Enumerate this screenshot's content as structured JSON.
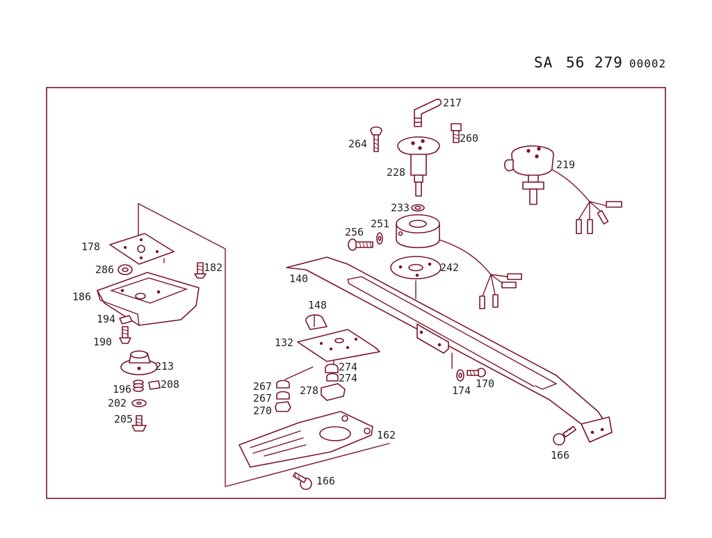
{
  "header": {
    "prefix": "SA",
    "number": "56 279",
    "suffix": "00002"
  },
  "colors": {
    "ink": "#7a1428",
    "header_ink": "#111111",
    "background": "#ffffff"
  },
  "labels": {
    "p217": "217",
    "p264": "264",
    "p260": "260",
    "p228": "228",
    "p219": "219",
    "p233": "233",
    "p256": "256",
    "p251": "251",
    "p242": "242",
    "p140": "140",
    "p178": "178",
    "p286": "286",
    "p182": "182",
    "p186": "186",
    "p194": "194",
    "p190": "190",
    "p213": "213",
    "p196": "196",
    "p208": "208",
    "p202": "202",
    "p205": "205",
    "p148": "148",
    "p132": "132",
    "p274a": "274",
    "p274b": "274",
    "p267a": "267",
    "p267b": "267",
    "p270": "270",
    "p278": "278",
    "p162": "162",
    "p166a": "166",
    "p166b": "166",
    "p174": "174",
    "p170": "170"
  }
}
